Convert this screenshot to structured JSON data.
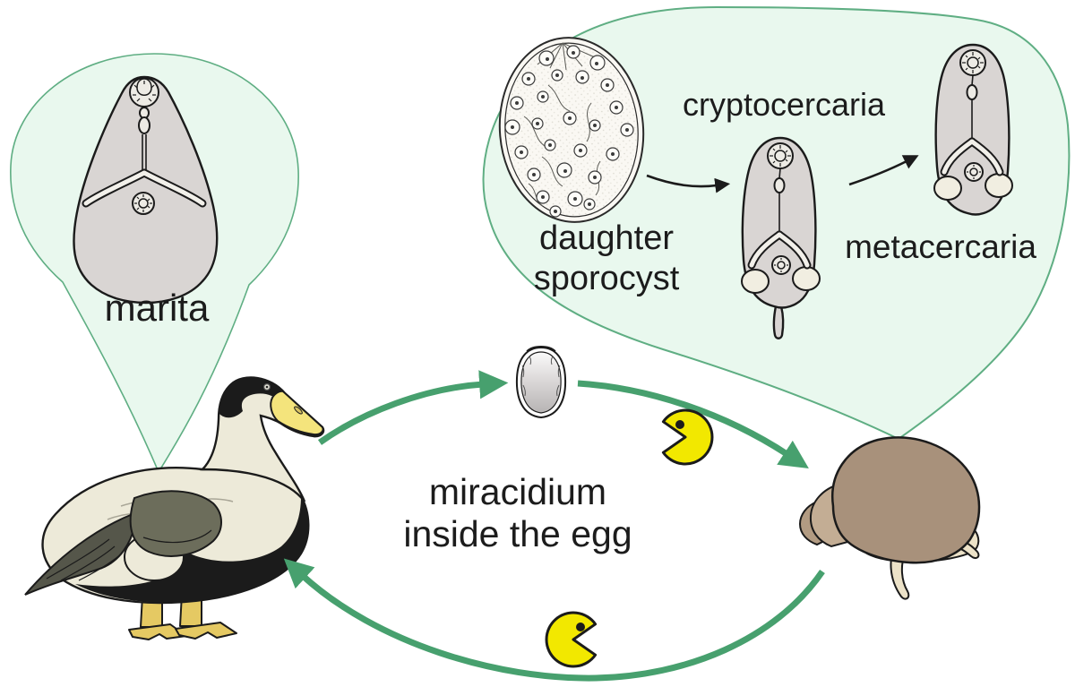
{
  "figure": {
    "kind": "trematode life cycle diagram"
  },
  "labels": {
    "marita": "marita",
    "daughter_line1": "daughter",
    "daughter_line2": "sporocyst",
    "cryptocercaria": "cryptocercaria",
    "metacercaria": "metacercaria",
    "egg_line1": "miracidium",
    "egg_line2": "inside the egg"
  },
  "icons": {
    "upper_pacman": "pacman-ingestion-icon",
    "lower_pacman": "pacman-ingestion-icon",
    "duck": "eider-duck-illustration",
    "snail": "snail-illustration",
    "egg": "egg-illustration"
  },
  "colors": {
    "balloon-fill": "#e9f8ee",
    "balloon-stroke": "#5fae83",
    "arrow-green": "#47a06e",
    "pacman-yellow": "#f2e800",
    "outline-dark": "#1b1b1b",
    "parasite-gray": "#d9d5d3",
    "parasite-cream": "#f1eee1",
    "duck-cream": "#edead9",
    "duck-black": "#1b1b1b",
    "duck-wing-olive": "#6c6d5b",
    "duck-feather-dark": "#55564a",
    "duck-bill-yellow": "#f4e47c",
    "duck-leg-yellow": "#e5c963",
    "snail-shell": "#a8917b",
    "snail-shell-light": "#c3ad94",
    "snail-shell-mid": "#b29b82",
    "snail-foot": "#ece2c8",
    "egg-gray": "#b7b4b4",
    "text-color": "#1c1c1c"
  }
}
